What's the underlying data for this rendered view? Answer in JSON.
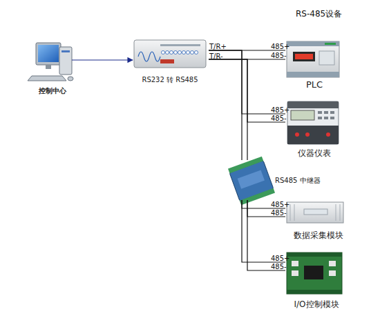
{
  "diagram": {
    "title": "RS-485设备",
    "nodes": [
      {
        "text": [
          "控制中心"
        ]
      },
      {
        "text": [
          "RS232 转 RS485"
        ]
      },
      {
        "text": [
          "PLC"
        ]
      },
      {
        "text": [
          "仪器仪表"
        ]
      },
      {
        "text": [
          "RS485 中继器"
        ]
      },
      {
        "text": [
          "数据采集模块"
        ]
      },
      {
        "text": [
          "I/O控制模块"
        ]
      }
    ],
    "edges": [
      {
        "from": 0,
        "to": 1,
        "arrow": "to"
      },
      {
        "from": 1,
        "to": 2,
        "arrow": "none"
      },
      {
        "from": 1,
        "to": 3,
        "arrow": "none"
      },
      {
        "from": 1,
        "to": 4,
        "arrow": "none"
      },
      {
        "from": 4,
        "to": 5,
        "arrow": "none"
      },
      {
        "from": 4,
        "to": 6,
        "arrow": "none"
      }
    ],
    "labels": [
      "T/R+",
      "T/R-",
      "485+",
      "485-",
      "485+",
      "485-",
      "485+",
      "485-",
      "485+",
      "485-"
    ]
  }
}
